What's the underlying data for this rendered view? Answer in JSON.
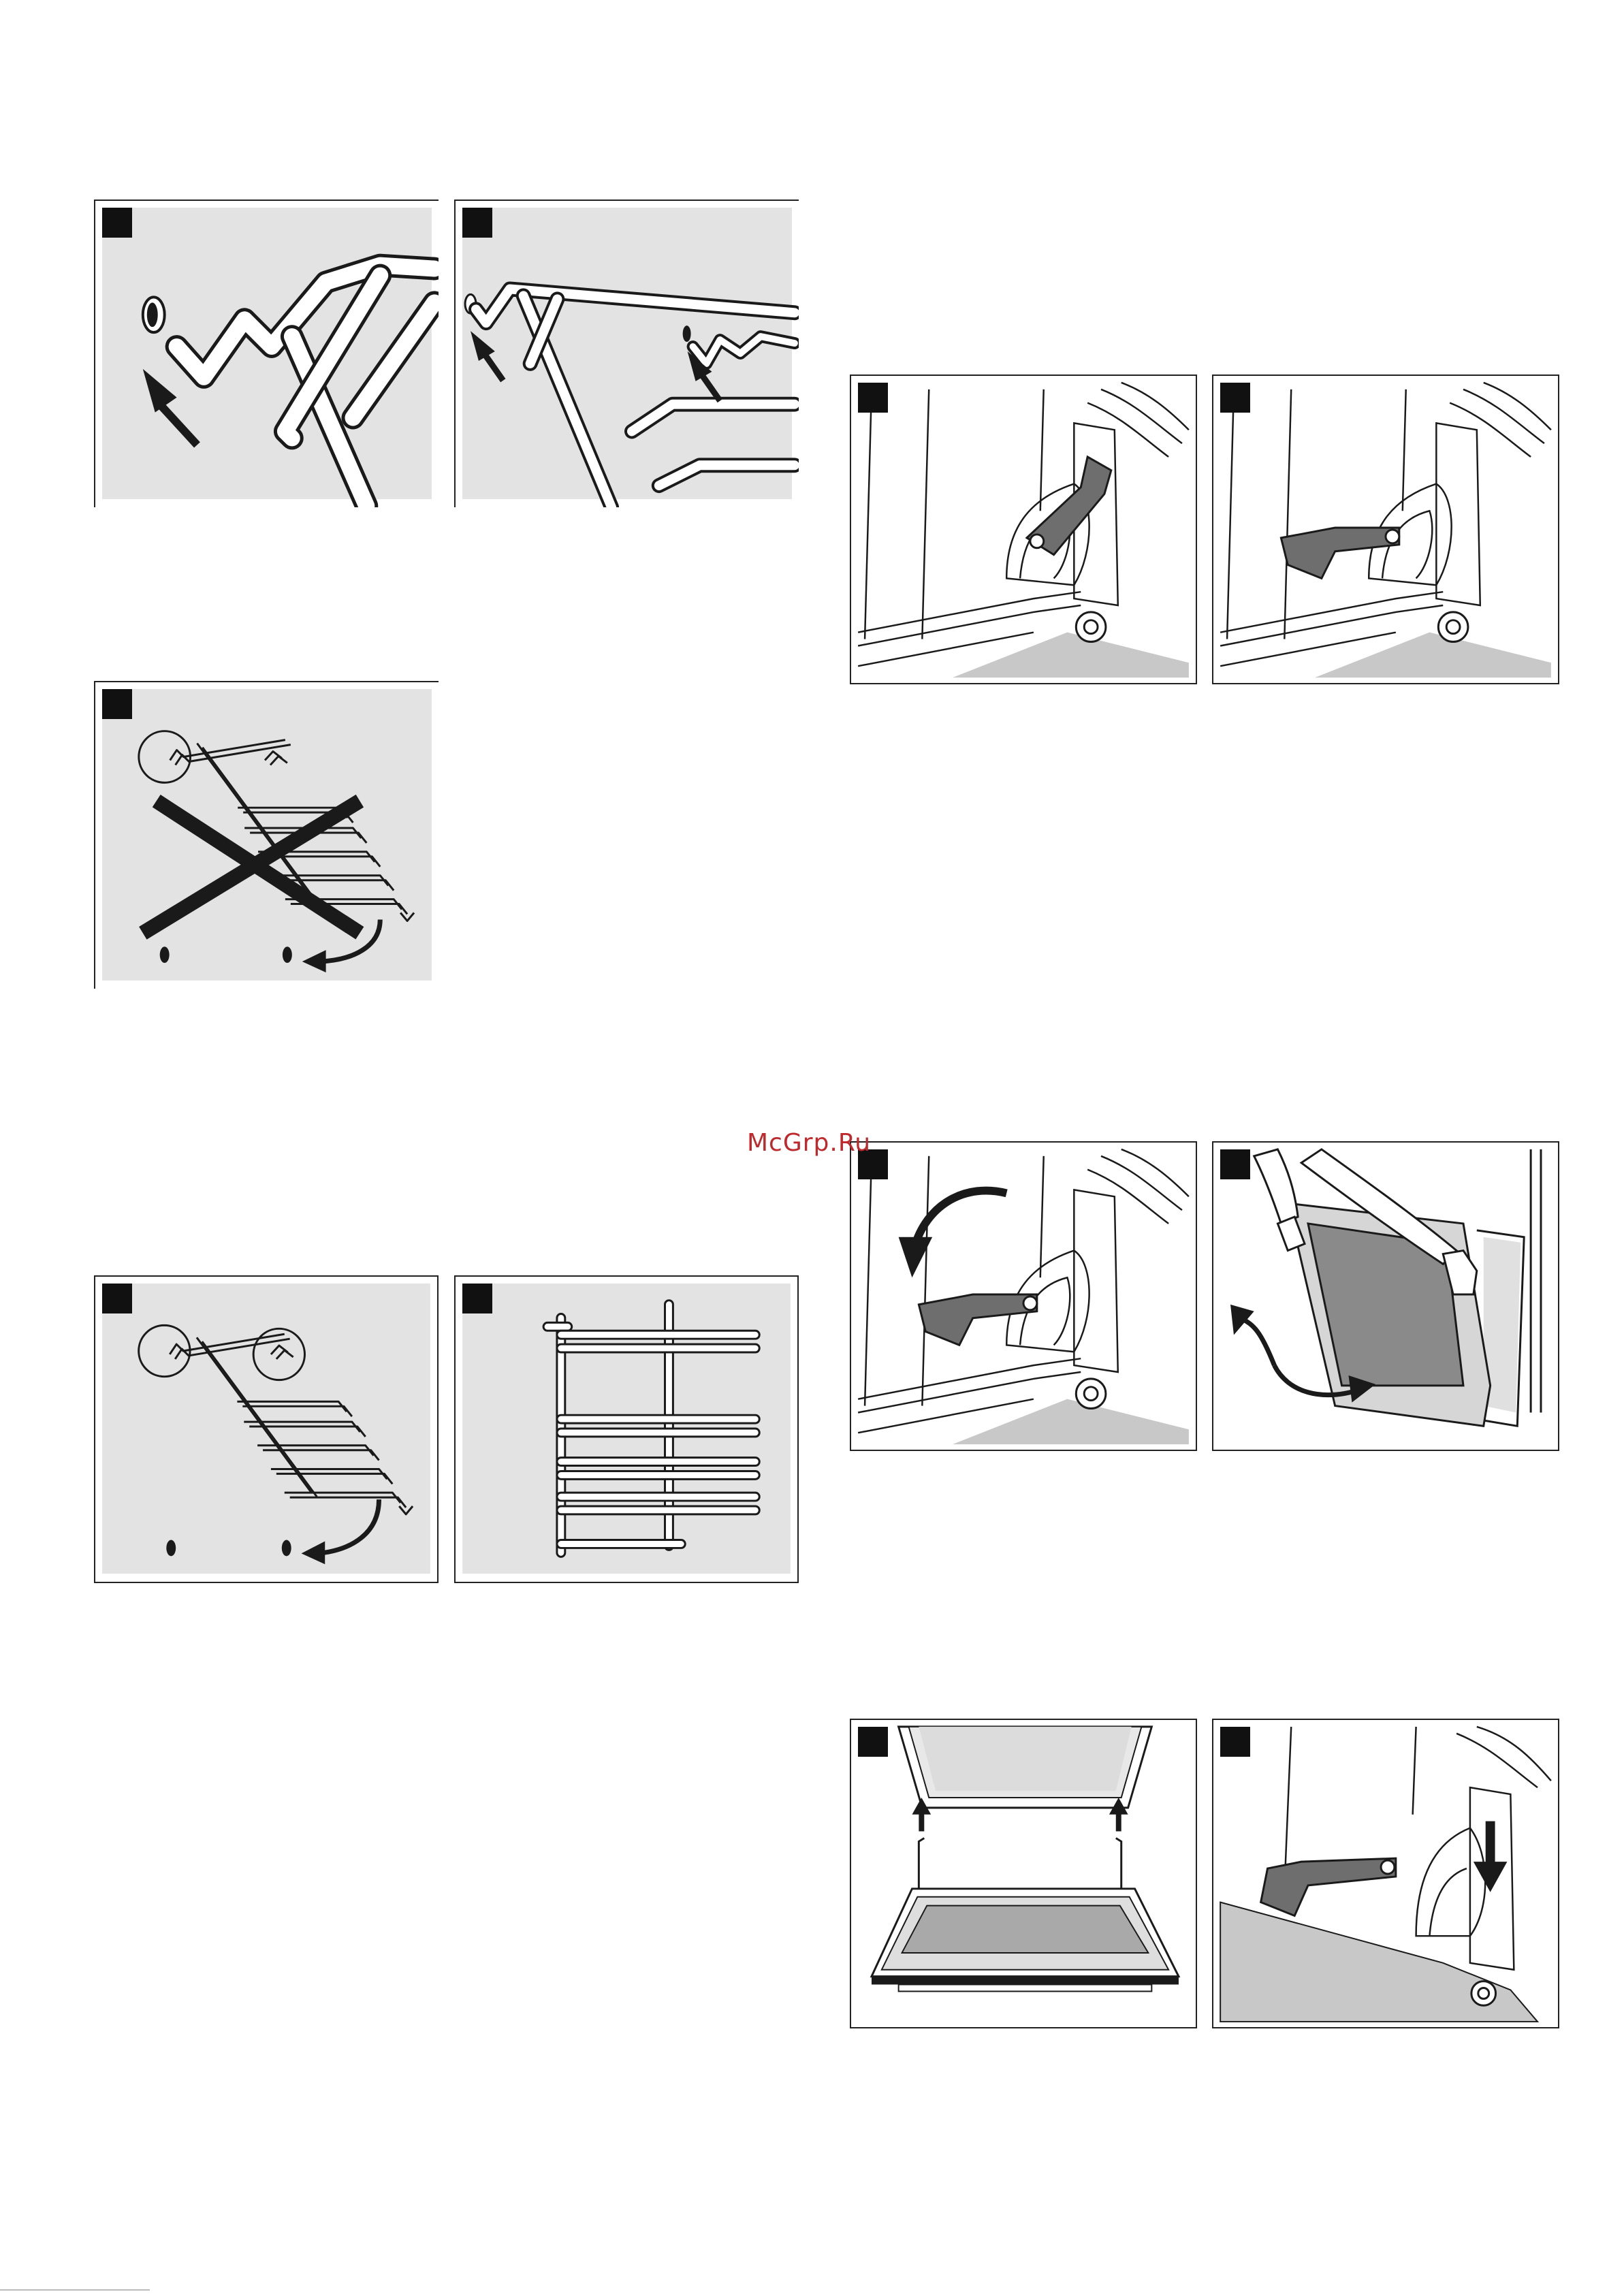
{
  "watermark": "McGrp.Ru",
  "colors": {
    "panel_fill": "#e3e3e3",
    "line": "#1a1a1a",
    "handle": "#6e6e6e",
    "floor": "#c8c8c8",
    "watermark": "#c0282c"
  },
  "figures": [
    {
      "name": "rail-hook-insert",
      "icon": "shelf-rail-with-arrow"
    },
    {
      "name": "rail-hook-align",
      "icon": "shelf-rail-two-arrows"
    },
    {
      "name": "rail-wrong-crossed",
      "icon": "shelf-rail-cross-out"
    },
    {
      "name": "rail-correct",
      "icon": "shelf-rail-circles"
    },
    {
      "name": "rail-front-view",
      "icon": "shelf-rail-front"
    },
    {
      "name": "hinge-lever-closed",
      "icon": "door-hinge"
    },
    {
      "name": "hinge-lever-open",
      "icon": "door-hinge-lever-raised"
    },
    {
      "name": "hinge-lever-rotate",
      "icon": "door-hinge-arrow"
    },
    {
      "name": "door-lift-off",
      "icon": "door-removal-hands"
    },
    {
      "name": "door-refit",
      "icon": "door-insert-arrows"
    },
    {
      "name": "hinge-lever-lock",
      "icon": "door-hinge-down-arrow"
    }
  ]
}
